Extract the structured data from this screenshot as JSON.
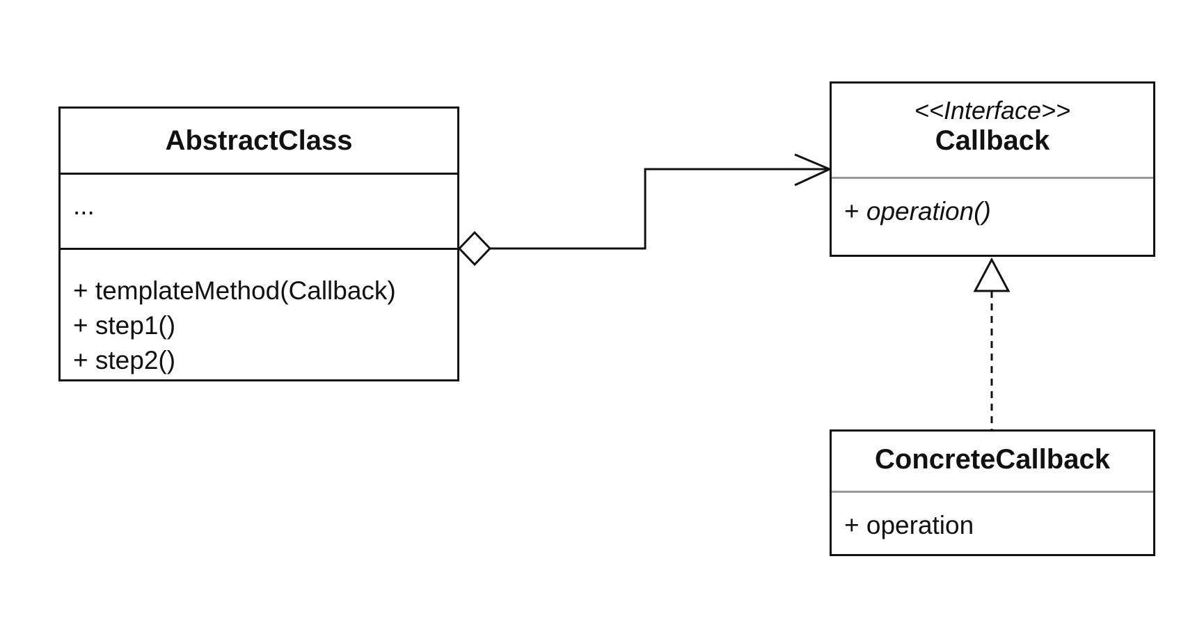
{
  "diagram": {
    "classes": {
      "abstract_class": {
        "name": "AbstractClass",
        "attributes": [
          "..."
        ],
        "operations": [
          "+ templateMethod(Callback)",
          "+ step1()",
          "+ step2()"
        ]
      },
      "callback": {
        "stereotype": "<<Interface>>",
        "name": "Callback",
        "operation_visibility": "+",
        "operation_name": "operation()"
      },
      "concrete_callback": {
        "name": "ConcreteCallback",
        "operations": [
          "+ operation"
        ]
      }
    },
    "relationships": [
      {
        "type": "aggregation-navigable",
        "from": "AbstractClass",
        "to": "Callback"
      },
      {
        "type": "realization",
        "from": "ConcreteCallback",
        "to": "Callback"
      }
    ],
    "colors": {
      "line": "#111111",
      "divider_light": "#9a9a9a",
      "background": "#ffffff"
    }
  }
}
